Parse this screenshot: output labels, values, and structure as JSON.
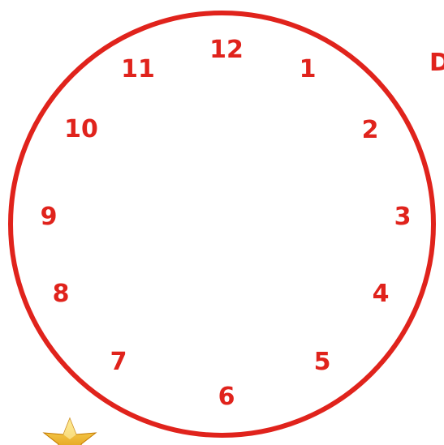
{
  "clock": {
    "numbers": [
      "12",
      "1",
      "2",
      "3",
      "4",
      "5",
      "6",
      "7",
      "8",
      "9",
      "10",
      "11"
    ]
  },
  "edge_text": "D",
  "colors": {
    "accent": "#e0231c",
    "background": "#ffffff",
    "star_light": "#ffe066",
    "star_dark": "#d98a00"
  },
  "icons": {
    "star": "star-icon"
  }
}
